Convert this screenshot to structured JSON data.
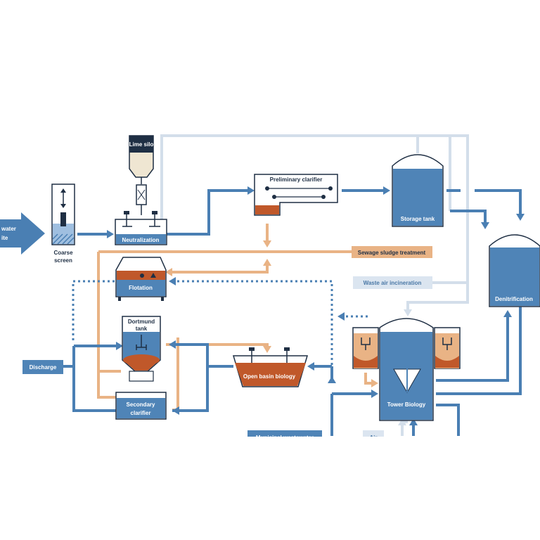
{
  "labels": {
    "inlet_line1": "water",
    "inlet_line2": "ite",
    "coarse_screen_line1": "Coarse",
    "coarse_screen_line2": "screen",
    "lime_silo": "Lime silo",
    "neutralization": "Neutralization",
    "preliminary_clarifier": "Preliminary clarifier",
    "storage_tank": "Storage tank",
    "denitrification": "Denitrification",
    "sewage_sludge_treatment": "Sewage sludge treatment",
    "waste_air_incineration": "Waste air incineration",
    "flotation": "Flotation",
    "dortmund_tank_line1": "Dortmund",
    "dortmund_tank_line2": "tank",
    "discharge": "Discharge",
    "open_basin_biology": "Open basin biology",
    "tower_biology": "Tower Biology",
    "secondary_clarifier_line1": "Secondary",
    "secondary_clarifier_line2": "clarifier",
    "municipal_wastewater_partial": "Municipal wastewater",
    "air_partial": "Air"
  },
  "colors": {
    "water_flow": "#4a7fb3",
    "sludge_flow": "#e9b385",
    "air_flow": "#cfdbe8",
    "tank_fill": "#4f84b7",
    "sludge_fill": "#c0582a",
    "label_dark": "#1f2f44"
  }
}
